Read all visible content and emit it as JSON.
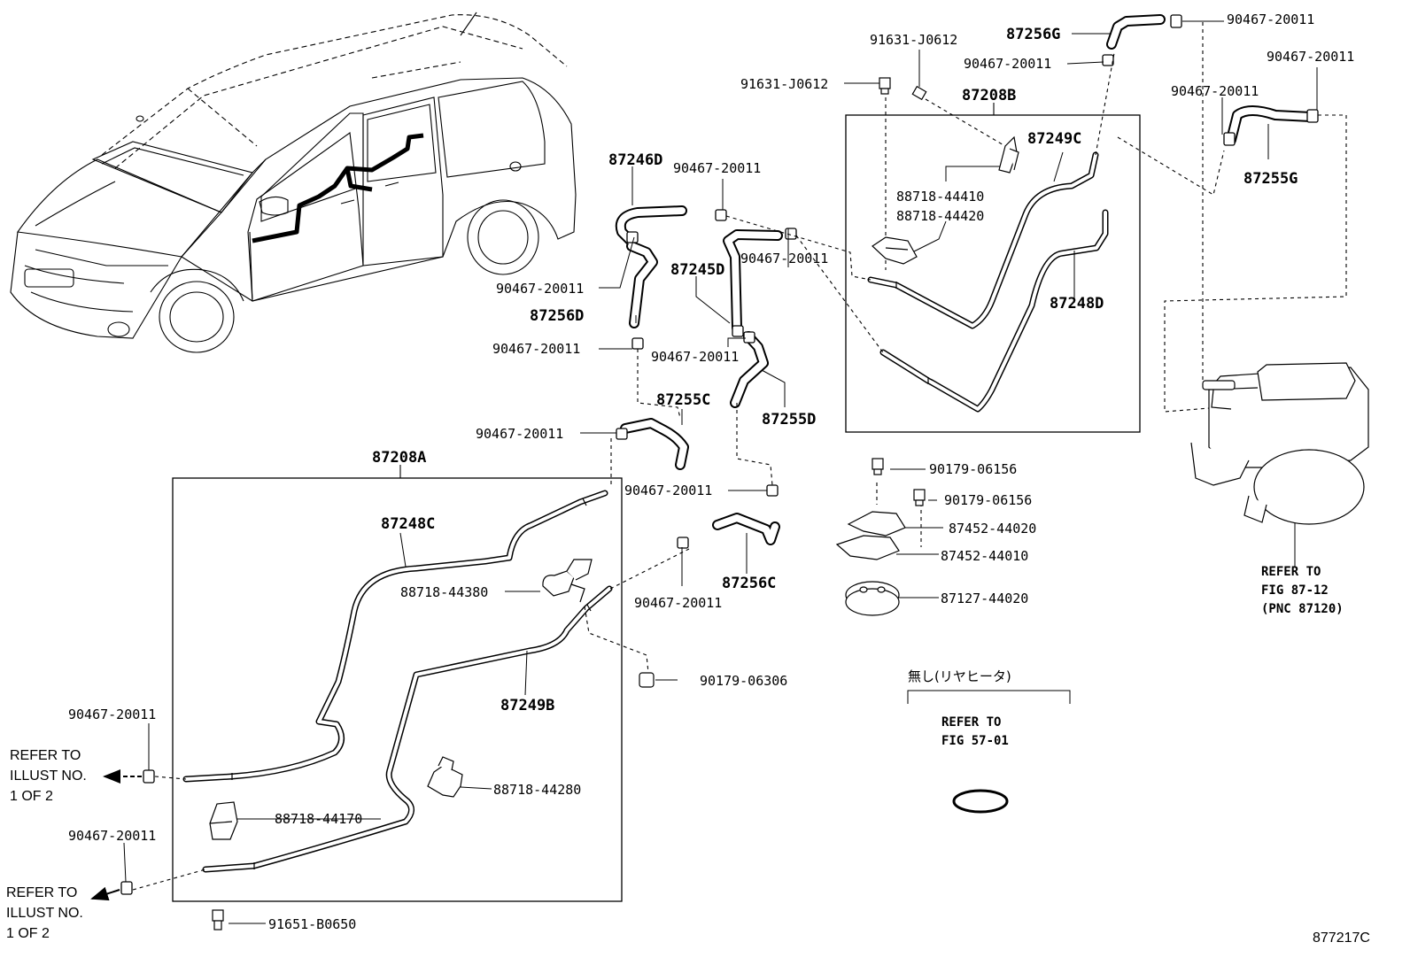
{
  "figure_id": "877217C",
  "groups": {
    "g1": "87208A",
    "g2": "87208B"
  },
  "parts": {
    "p87246D": "87246D",
    "p87256D": "87256D",
    "p87245D": "87245D",
    "p87255C": "87255C",
    "p87255D": "87255D",
    "p87248C": "87248C",
    "p87249B": "87249B",
    "p87256C": "87256C",
    "p87249C": "87249C",
    "p87248D": "87248D",
    "p87256G": "87256G",
    "p87255G": "87255G"
  },
  "small": {
    "c1": "90467-20011",
    "c2": "90467-20011",
    "c3": "90467-20011",
    "c4": "90467-20011",
    "c5": "90467-20011",
    "c6": "90467-20011",
    "c7": "90467-20011",
    "c8": "90467-20011",
    "c9": "90467-20011",
    "c10": "90467-20011",
    "c11": "90467-20011",
    "c12": "90467-20011",
    "c13": "90467-20011",
    "c14": "90467-20011",
    "b1": "91631-J0612",
    "b2": "91631-J0612",
    "k1": "88718-44410",
    "k2": "88718-44420",
    "k3": "88718-44380",
    "k4": "88718-44280",
    "k5": "88718-44170",
    "n1": "90179-06156",
    "n2": "90179-06156",
    "n3": "90179-06306",
    "r1": "87452-44020",
    "r2": "87452-44010",
    "r3": "87127-44020",
    "s1": "91651-B0650"
  },
  "notes": {
    "illust1": "REFER TO\nILLUST NO.\n1 OF 2",
    "illust2": "REFER TO\nILLUST NO.\n1 OF 2",
    "fig5701": "REFER TO\nFIG 57-01",
    "fig8712": "REFER TO\nFIG 87-12\n(PNC 87120)",
    "jp_note": "無し(リヤヒータ)"
  }
}
